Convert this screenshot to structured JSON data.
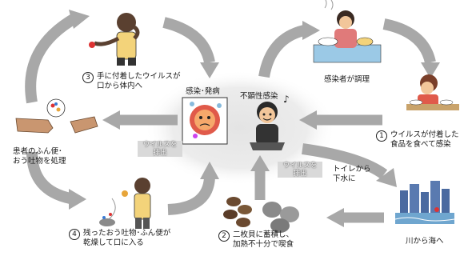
{
  "center": {
    "left_label": "感染･発病",
    "right_label": "不顕性感染"
  },
  "badges": {
    "left": [
      "ウイルスを",
      "排出"
    ],
    "right": [
      "ウイルスを",
      "排出"
    ]
  },
  "steps": {
    "step1": {
      "number": "1",
      "line1": "ウイルスが付着した",
      "line2": "食品を食べて感染"
    },
    "step2": {
      "number": "2",
      "line1": "二枚貝に蓄積し、",
      "line2": "加熱不十分で喫食"
    },
    "step3": {
      "number": "3",
      "line1": "手に付着したウイルスが",
      "line2": "口から体内へ"
    },
    "step4": {
      "number": "4",
      "line1": "残ったおう吐物･ふん便が",
      "line2": "乾燥して口に入る"
    }
  },
  "labels": {
    "cook": "感染者が調理",
    "patient": [
      "患者のふん便･",
      "おう吐物を処理"
    ],
    "toilet": [
      "トイレから",
      "下水に"
    ],
    "river": "川から海へ"
  },
  "colors": {
    "arrow": "#a8a8a8",
    "arrow_edge": "#8f8f8f",
    "center_glow": "#e8e8e8",
    "badge": "#d9d9d9"
  }
}
